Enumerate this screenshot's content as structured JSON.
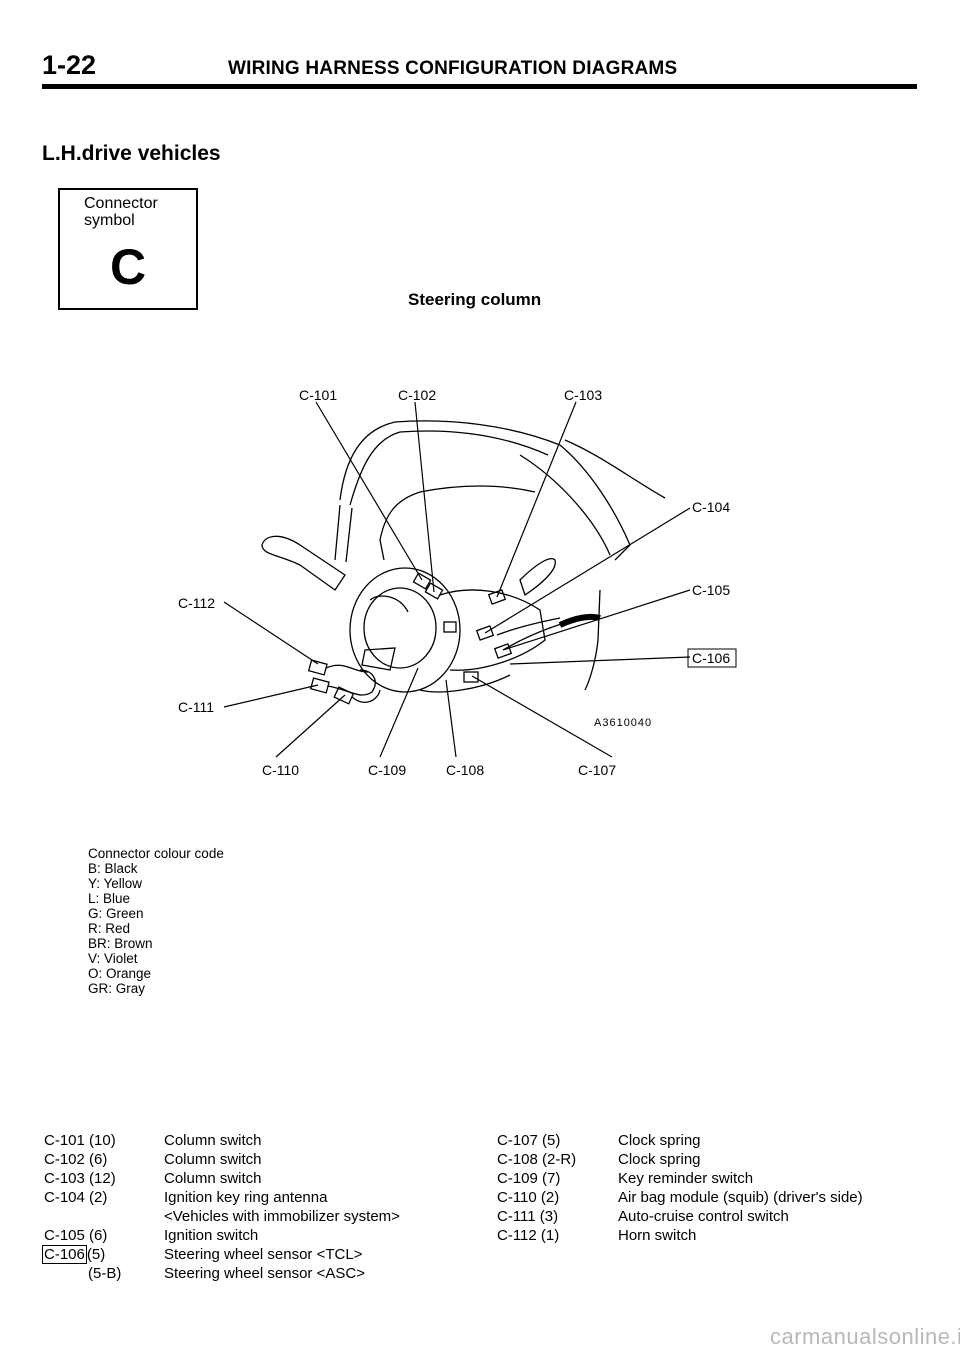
{
  "header": {
    "page_number": "1-22",
    "title": "WIRING HARNESS CONFIGURATION DIAGRAMS"
  },
  "section_title": "L.H.drive vehicles",
  "connector_symbol": {
    "label": "Connector symbol",
    "letter": "C"
  },
  "diagram": {
    "title": "Steering column",
    "figure_code": "A3610040",
    "callouts": [
      "C-101",
      "C-102",
      "C-103",
      "C-104",
      "C-105",
      "C-106",
      "C-107",
      "C-108",
      "C-109",
      "C-110",
      "C-111",
      "C-112"
    ]
  },
  "colour_code": {
    "title": "Connector colour code",
    "entries": [
      "B: Black",
      "Y: Yellow",
      "L: Blue",
      "G: Green",
      "R: Red",
      "BR: Brown",
      "V: Violet",
      "O: Orange",
      "GR: Gray"
    ]
  },
  "connector_list": {
    "left": [
      {
        "code": "C-101 (10)",
        "desc": "Column switch"
      },
      {
        "code": "C-102 (6)",
        "desc": "Column switch"
      },
      {
        "code": "C-103 (12)",
        "desc": "Column switch"
      },
      {
        "code": "C-104 (2)",
        "desc": "Ignition key ring antenna"
      },
      {
        "code": "",
        "desc": "<Vehicles with immobilizer system>"
      },
      {
        "code": "C-105 (6)",
        "desc": "Ignition switch"
      },
      {
        "code": "C-106",
        "pins": "(5)",
        "desc": "Steering wheel sensor <TCL>"
      },
      {
        "code": "",
        "pins": "(5-B)",
        "desc": "Steering wheel sensor <ASC>"
      }
    ],
    "right": [
      {
        "code": "C-107 (5)",
        "desc": "Clock spring"
      },
      {
        "code": "C-108 (2-R)",
        "desc": "Clock spring"
      },
      {
        "code": "C-109 (7)",
        "desc": "Key reminder switch"
      },
      {
        "code": "C-110 (2)",
        "desc": "Air bag module (squib) (driver's side)"
      },
      {
        "code": "C-111 (3)",
        "desc": "Auto-cruise control switch"
      },
      {
        "code": "C-112 (1)",
        "desc": "Horn switch"
      }
    ]
  },
  "watermark": "carmanualsonline.info"
}
